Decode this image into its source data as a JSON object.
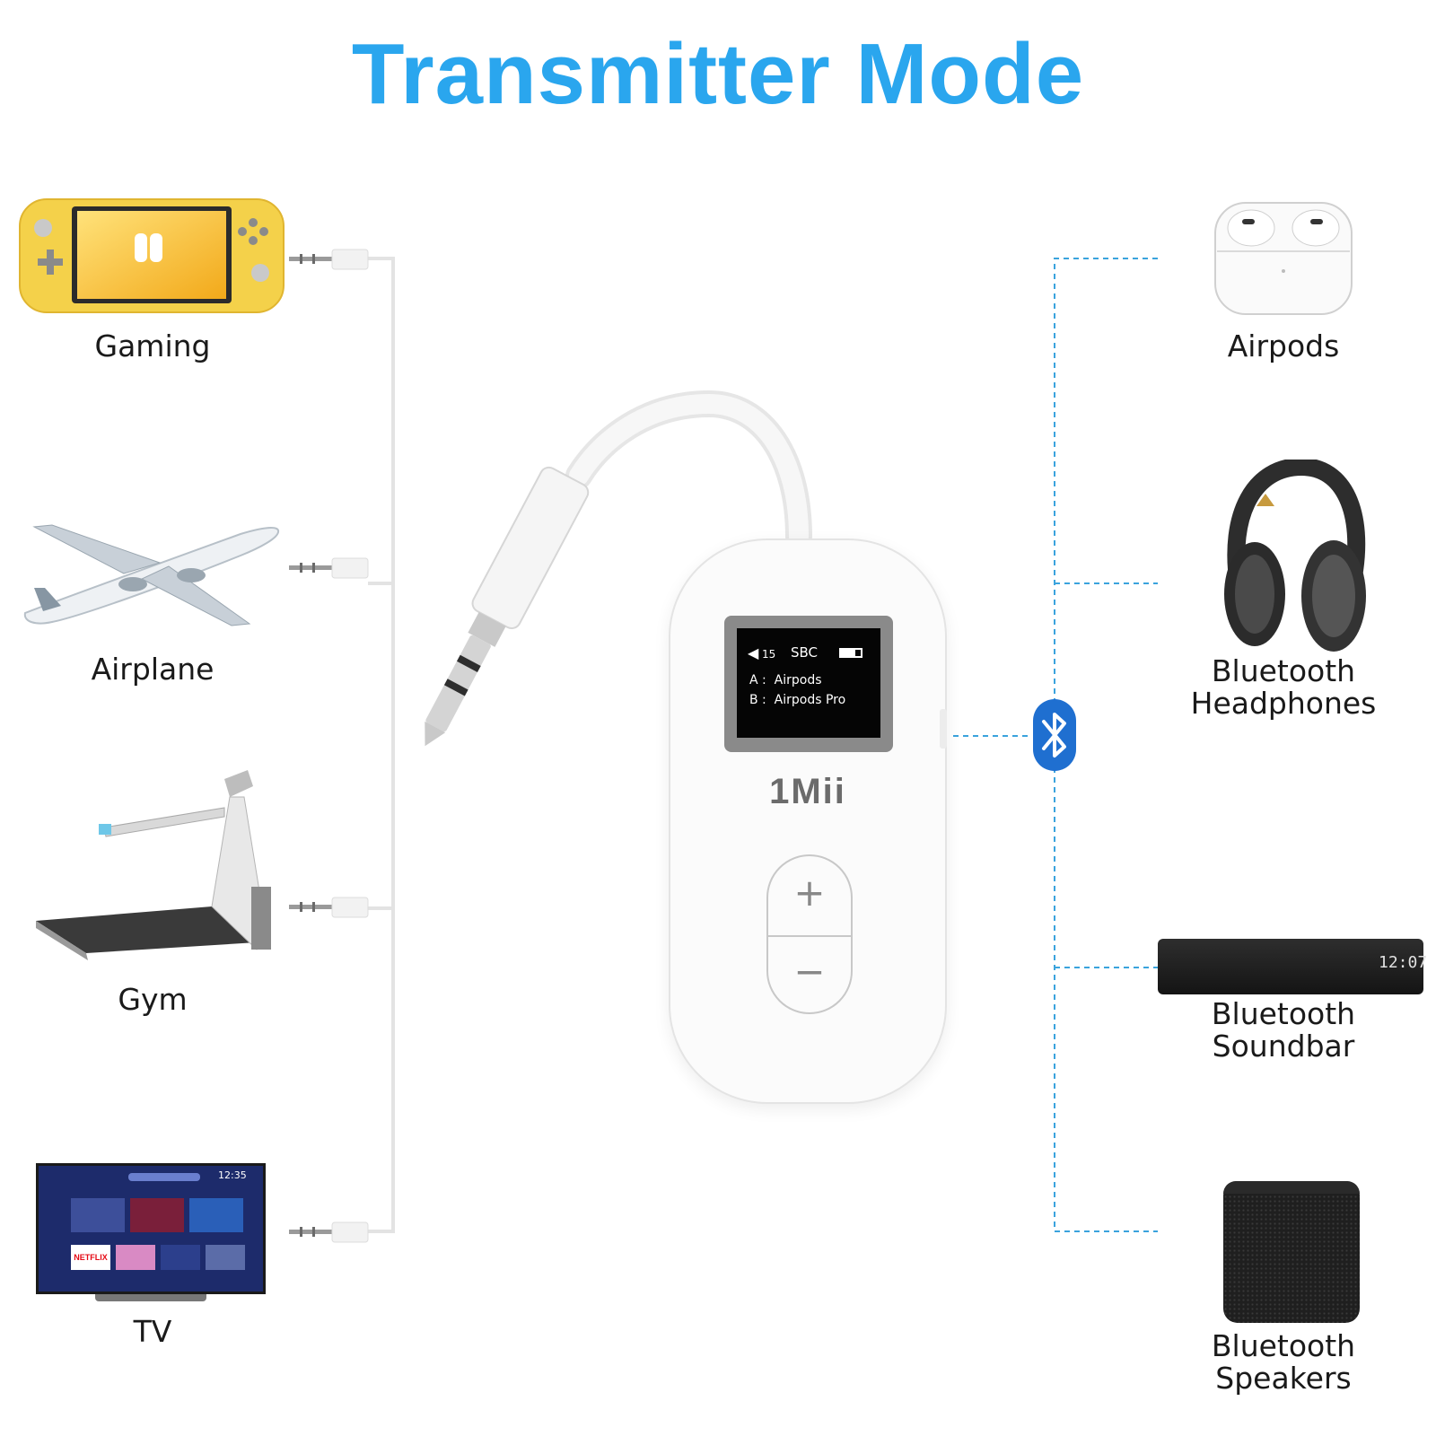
{
  "title": "Transmitter Mode",
  "colors": {
    "accent": "#2aa6ee",
    "bluetooth": "#1f6fd0",
    "text": "#1a1a1a"
  },
  "sources": [
    {
      "label": "Gaming",
      "icon": "game-console-icon"
    },
    {
      "label": "Airplane",
      "icon": "airplane-icon"
    },
    {
      "label": "Gym",
      "icon": "treadmill-icon"
    },
    {
      "label": "TV",
      "icon": "tv-icon"
    }
  ],
  "outputs": [
    {
      "line1": "Airpods",
      "line2": "",
      "icon": "earbuds-case-icon"
    },
    {
      "line1": "Bluetooth",
      "line2": "Headphones",
      "icon": "headphones-icon"
    },
    {
      "line1": "Bluetooth",
      "line2": "Soundbar",
      "icon": "soundbar-icon"
    },
    {
      "line1": "Bluetooth",
      "line2": "Speakers",
      "icon": "speaker-icon"
    }
  ],
  "device": {
    "brand": "1Mii",
    "screen": {
      "volume": "15",
      "codec": "SBC",
      "line_a": "A :  Airpods",
      "line_b": "B :  Airpods Pro"
    },
    "plus": "+",
    "minus": "−"
  },
  "tv": {
    "clock": "12:35",
    "netflix": "NETFLIX"
  },
  "soundbar": {
    "clock": "12:07"
  }
}
